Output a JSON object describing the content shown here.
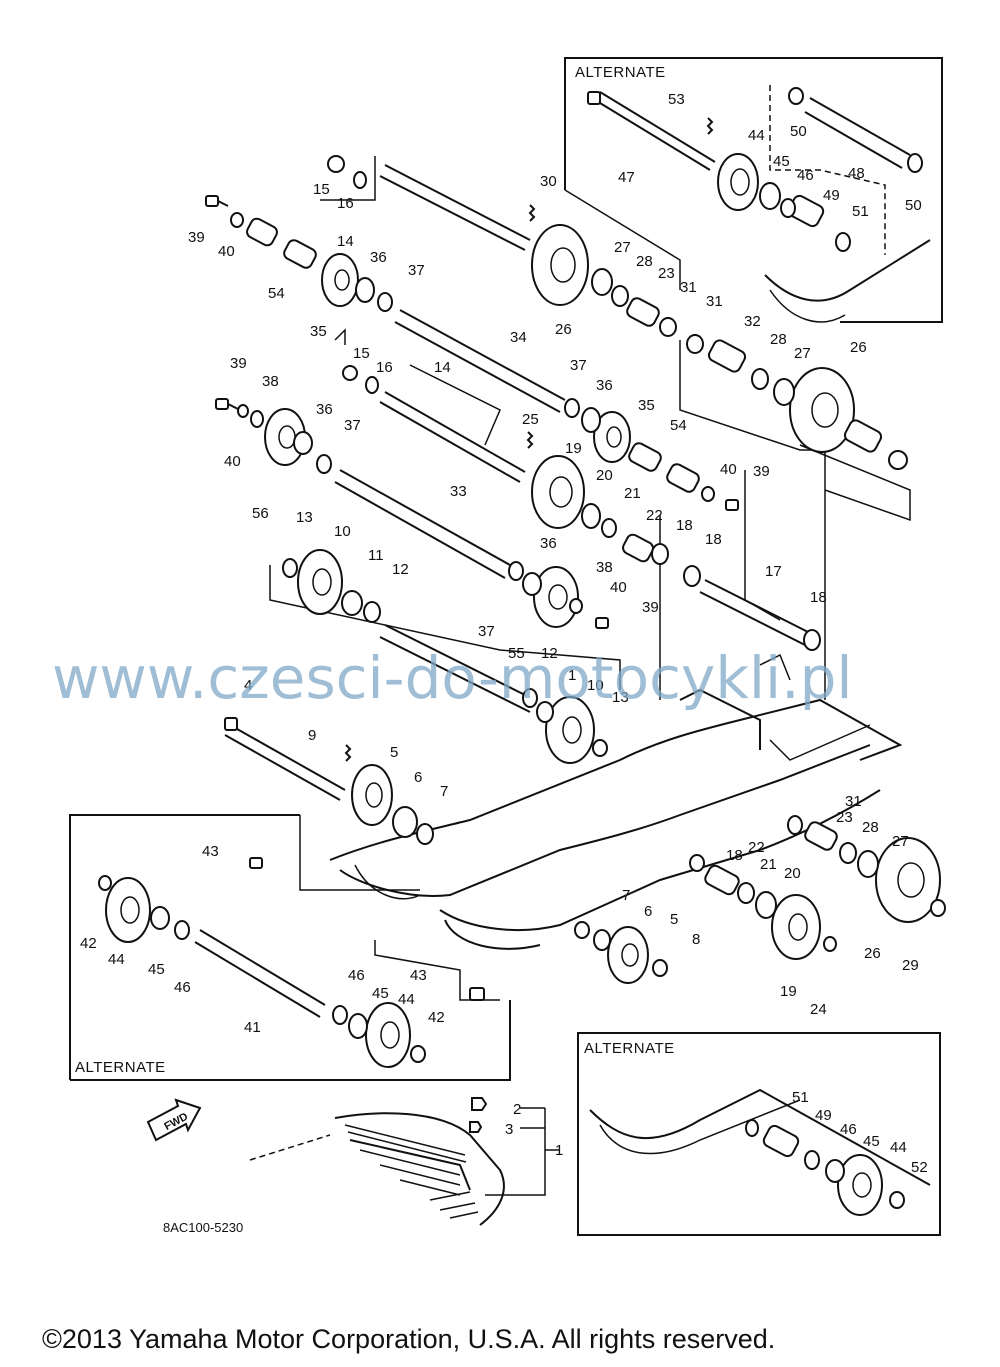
{
  "parts_diagram": {
    "alternate_labels": [
      "ALTERNATE",
      "ALTERNATE",
      "ALTERNATE"
    ],
    "part_numbers": [
      "53",
      "50",
      "44",
      "45",
      "46",
      "48",
      "47",
      "49",
      "51",
      "50",
      "30",
      "15",
      "16",
      "39",
      "40",
      "14",
      "36",
      "37",
      "27",
      "28",
      "23",
      "31",
      "31",
      "32",
      "28",
      "27",
      "26",
      "54",
      "35",
      "26",
      "34",
      "37",
      "36",
      "35",
      "25",
      "15",
      "16",
      "14",
      "39",
      "38",
      "36",
      "37",
      "40",
      "56",
      "19",
      "20",
      "21",
      "54",
      "40",
      "39",
      "33",
      "22",
      "18",
      "18",
      "13",
      "10",
      "11",
      "12",
      "17",
      "36",
      "38",
      "40",
      "39",
      "37",
      "55",
      "18",
      "12",
      "1",
      "10",
      "13",
      "4",
      "9",
      "5",
      "6",
      "7",
      "31",
      "23",
      "28",
      "27",
      "43",
      "18",
      "22",
      "21",
      "20",
      "7",
      "6",
      "5",
      "8",
      "42",
      "44",
      "45",
      "46",
      "26",
      "29",
      "19",
      "24",
      "43",
      "41",
      "46",
      "45",
      "44",
      "42",
      "2",
      "3",
      "1",
      "51",
      "49",
      "46",
      "45",
      "44",
      "52"
    ],
    "drawing_code": "8AC100-5230",
    "fwd_label": "FWD"
  },
  "watermark": "www.czesci-do-motocykli.pl",
  "copyright": "©2013 Yamaha Motor Corporation, U.S.A. All rights reserved."
}
